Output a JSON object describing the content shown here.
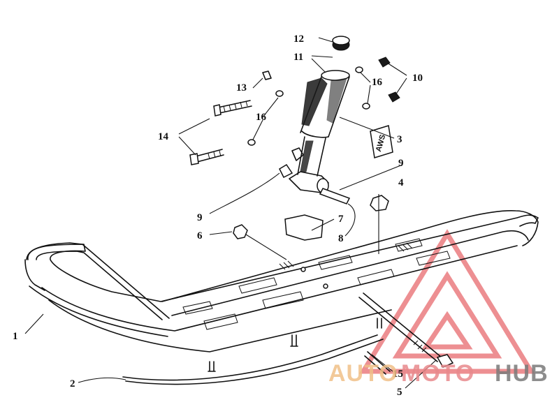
{
  "callouts": {
    "n1": "1",
    "n2": "2",
    "n3": "3",
    "n4": "4",
    "n5": "5",
    "n6": "6",
    "n7": "7",
    "n8": "8",
    "n9a": "9",
    "n9b": "9",
    "n10": "10",
    "n11": "11",
    "n12": "12",
    "n13": "13",
    "n14": "14",
    "n15": "15",
    "n16a": "16",
    "n16b": "16"
  },
  "decal_text": "AWS",
  "watermark": {
    "part1": "AUTO",
    "part2": "MOTO",
    "part3": "HUB",
    "color_auto": "#f0c088",
    "color_moto": "#e8898c",
    "color_hub": "#7a7a7a",
    "triangle_color": "#e86a6e"
  }
}
